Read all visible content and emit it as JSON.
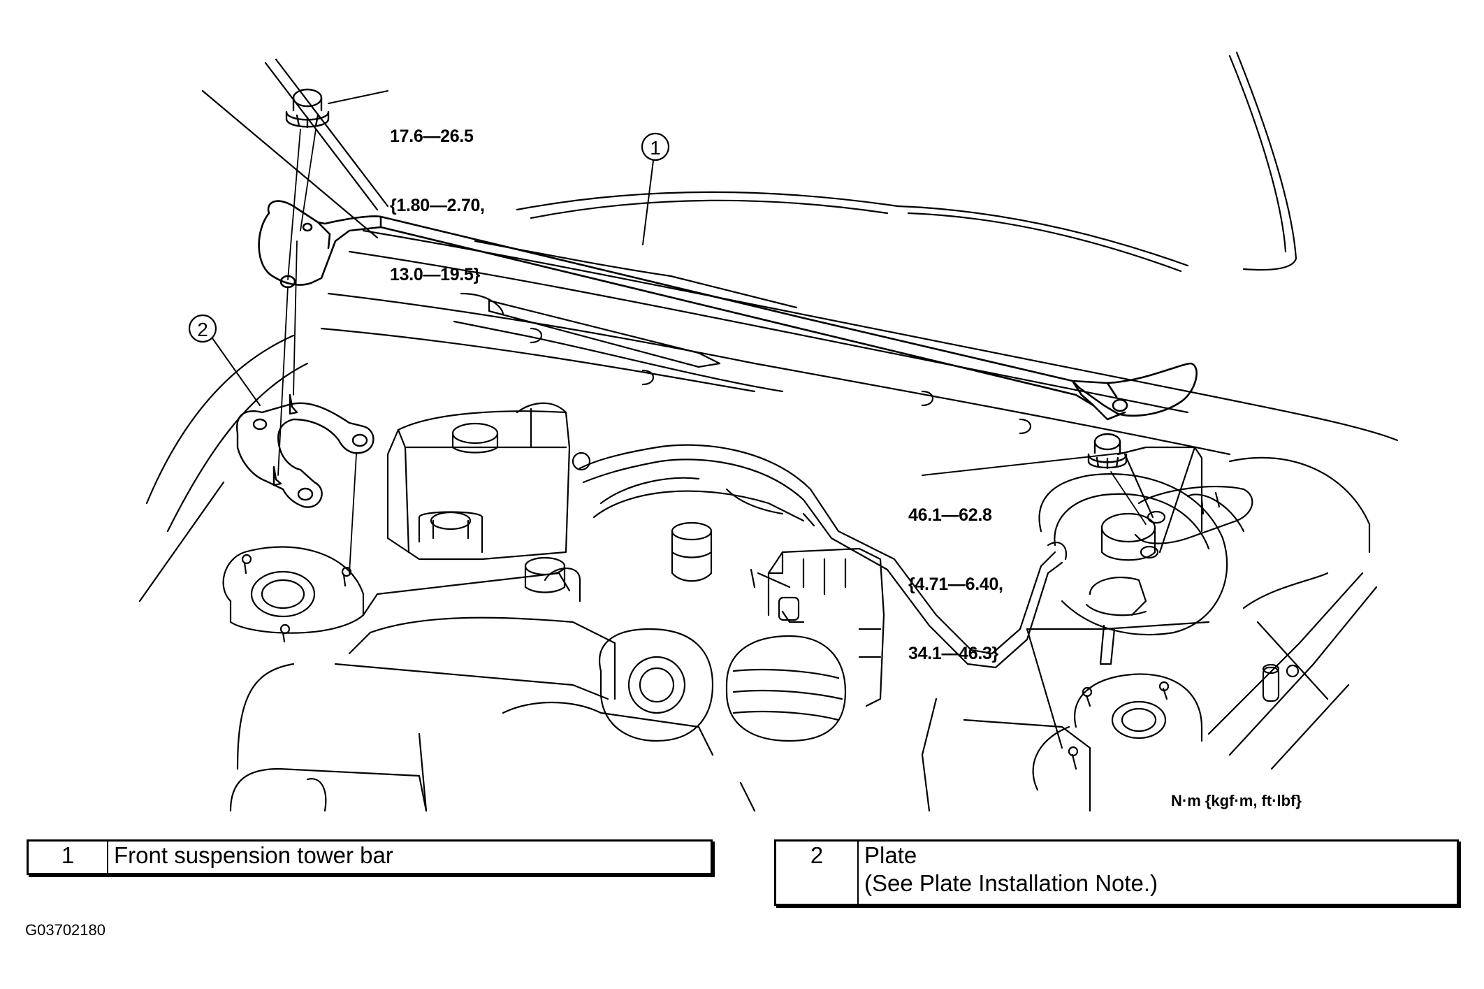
{
  "callouts": {
    "tower_bar_marker": "1",
    "plate_marker": "2"
  },
  "torque_specs": {
    "upper_nut": {
      "line1": "17.6—26.5",
      "line2": "{1.80—2.70,",
      "line3": "13.0—19.5}"
    },
    "right_nut": {
      "line1": "46.1—62.8",
      "line2": "{4.71—6.40,",
      "line3": "34.1—46.3}"
    }
  },
  "units_note": "N·m {kgf·m, ft·lbf}",
  "legend": [
    {
      "number": "1",
      "lines": [
        "Front suspension tower bar"
      ]
    },
    {
      "number": "2",
      "lines": [
        "Plate",
        "(See Plate Installation Note.)"
      ]
    }
  ],
  "figure_id": "G03702180"
}
